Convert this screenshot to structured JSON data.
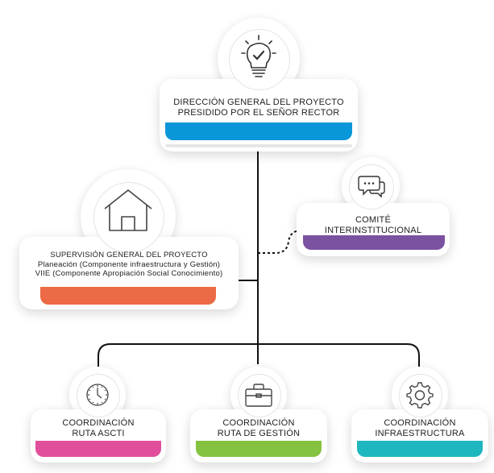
{
  "nodes": {
    "direction": {
      "line1": "DIRECCIÓN GENERAL DEL PROYECTO",
      "line2": "PRESIDIDO POR EL SEÑOR RECTOR",
      "color": "#0a97d9",
      "icon": "lightbulb-check-icon"
    },
    "comite": {
      "line1": "COMITÉ",
      "line2": "INTERINSTITUCIONAL",
      "color": "#7b51a1",
      "icon": "chat-bubbles-icon"
    },
    "supervision": {
      "line1": "SUPERVISIÓN GENERAL DEL PROYECTO",
      "line2": "Planeación  (Componente infraestructura y Gestión)",
      "line3": "VIIE (Componente Apropiación Social Conocimiento)",
      "color": "#ec6a45",
      "icon": "house-icon"
    },
    "ascti": {
      "line1": "COORDINACIÓN",
      "line2": "RUTA ASCTI",
      "color": "#e14e9b",
      "icon": "clock-icon"
    },
    "gestion": {
      "line1": "COORDINACIÓN",
      "line2": "RUTA DE GESTIÓN",
      "color": "#86c241",
      "icon": "briefcase-icon"
    },
    "infra": {
      "line1": "COORDINACIÓN",
      "line2": "INFRAESTRUCTURA",
      "color": "#1fb7bf",
      "icon": "gear-icon"
    }
  }
}
